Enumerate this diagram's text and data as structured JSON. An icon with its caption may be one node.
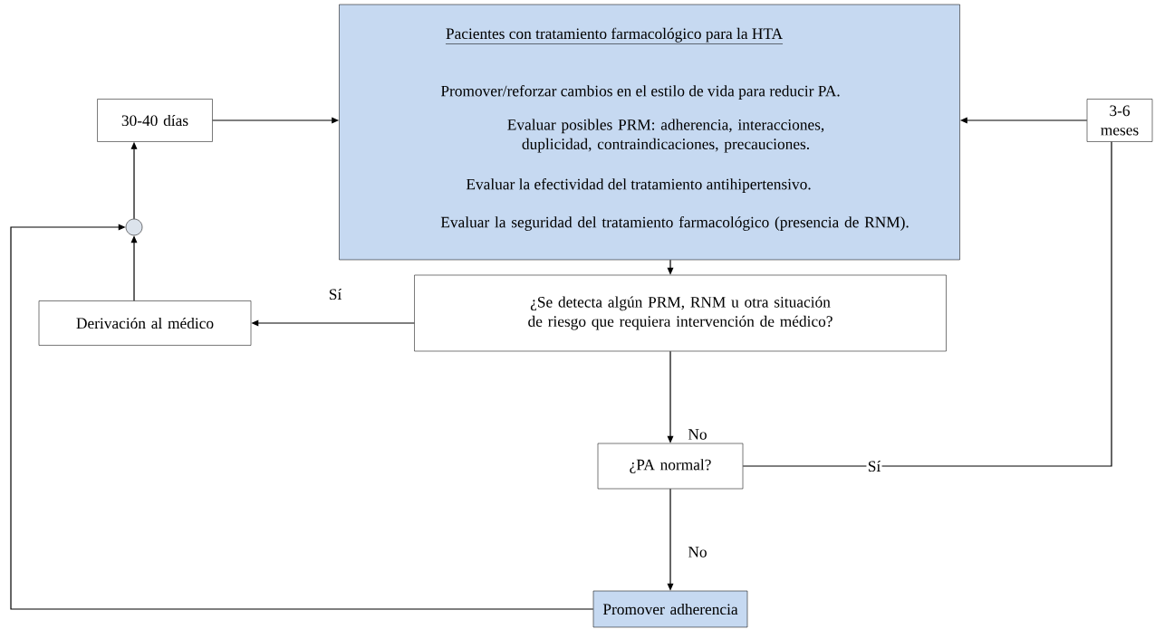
{
  "diagram": {
    "nodes": [
      {
        "text": [
          "Pacientes con tratamiento farmacológico para la HTA",
          "Promover/reforzar cambios en el estilo de vida para reducir PA.",
          "Evaluar posibles PRM: adherencia, interacciones, duplicidad, contraindicaciones, precauciones.",
          "Evaluar la efectividad del tratamiento antihipertensivo.",
          "Evaluar la seguridad del tratamiento farmacológico (presencia de RNM)."
        ]
      },
      {
        "text": [
          "30-40 días"
        ]
      },
      {
        "text": [
          "3-6 meses"
        ]
      },
      {
        "text": [],
        "shape": "circle"
      },
      {
        "text": [
          "Derivación al médico"
        ]
      },
      {
        "text": [
          "¿Se detecta algún PRM, RNM u otra situación de riesgo que requiera intervención de médico?"
        ]
      },
      {
        "text": [
          "¿PA normal?"
        ]
      },
      {
        "text": [
          "Promover adherencia"
        ]
      }
    ],
    "edges": [
      {
        "from": 0,
        "to": 5,
        "arrow": "to"
      },
      {
        "from": 5,
        "to": 4,
        "arrow": "to",
        "label": "Sí"
      },
      {
        "from": 4,
        "to": 3,
        "arrow": "to"
      },
      {
        "from": 3,
        "to": 1,
        "arrow": "to"
      },
      {
        "from": 1,
        "to": 0,
        "arrow": "to"
      },
      {
        "from": 2,
        "to": 0,
        "arrow": "to"
      },
      {
        "from": 5,
        "to": 6,
        "arrow": "to",
        "label": "No"
      },
      {
        "from": 6,
        "to": 2,
        "arrow": "none",
        "label": "Sí"
      },
      {
        "from": 6,
        "to": 7,
        "arrow": "to",
        "label": "No"
      },
      {
        "from": 7,
        "to": 3,
        "arrow": "to"
      }
    ]
  }
}
